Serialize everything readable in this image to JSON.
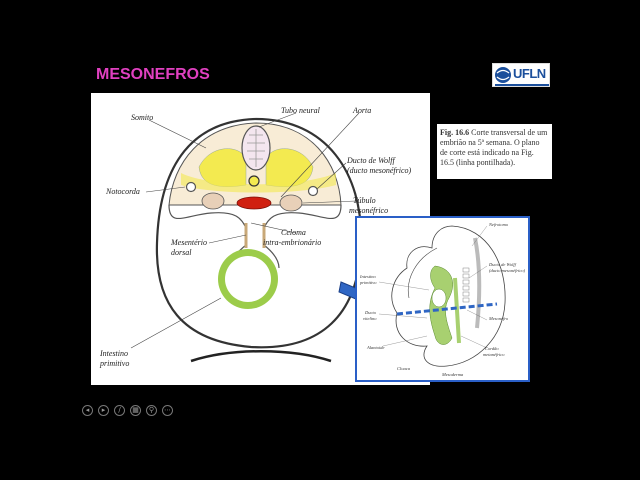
{
  "slide": {
    "title": "MESONEFROS"
  },
  "logo": {
    "text": "UFLN",
    "brand_color": "#1b4f9c"
  },
  "caption": {
    "figure_ref": "Fig. 16.6",
    "text": "Corte transversal de um embrião na 5ª semana. O plano de corte está indicado na Fig. 16.5 (linha pontilhada)."
  },
  "diagram": {
    "labels": {
      "tubo_neural": "Tubo neural",
      "aorta": "Aorta",
      "somito": "Somito",
      "ducto_wolff_1": "Ducto de Wolff",
      "ducto_wolff_2": "(ducto mesonéfrico)",
      "notocorda": "Notocorda",
      "tubulo_1": "Túbulo",
      "tubulo_2": "mesonéfrico",
      "celoma_1": "Celoma",
      "celoma_2": "intra-embrionário",
      "mesenterio_1": "Mesentério",
      "mesenterio_2": "dorsal",
      "intestino_1": "Intestino",
      "intestino_2": "primitivo"
    },
    "colors": {
      "somite": "#f3ea50",
      "aorta": "#d02010",
      "gut": "#9ccc4a",
      "tissue": "#f8ecd6",
      "arrow": "#2f66c4",
      "cut_line": "#2f66c4"
    }
  },
  "inset": {
    "labels": {
      "nefrotomo": "Nefrotomo",
      "ducto_wolff_1": "Ducto de Wolff",
      "ducto_wolff_2": "(ducto mesonéfrico)",
      "intestino_1": "Intestino",
      "intestino_2": "primitivo",
      "ducto_1": "Ducto",
      "ducto_2": "vitelino",
      "mesonefro": "Mesonefro",
      "alantoide": "Alantoide",
      "cloaca": "Cloaca",
      "cordao_1": "Cordão",
      "cordao_2": "metanéfrico",
      "mesoderma": "Mesoderma"
    }
  },
  "toolbar": {
    "buttons": [
      {
        "name": "prev",
        "glyph": "◂"
      },
      {
        "name": "next",
        "glyph": "▸"
      },
      {
        "name": "pen",
        "glyph": "/"
      },
      {
        "name": "slides",
        "glyph": "▦"
      },
      {
        "name": "zoom",
        "glyph": "⚲"
      },
      {
        "name": "more",
        "glyph": "⋯"
      }
    ]
  }
}
